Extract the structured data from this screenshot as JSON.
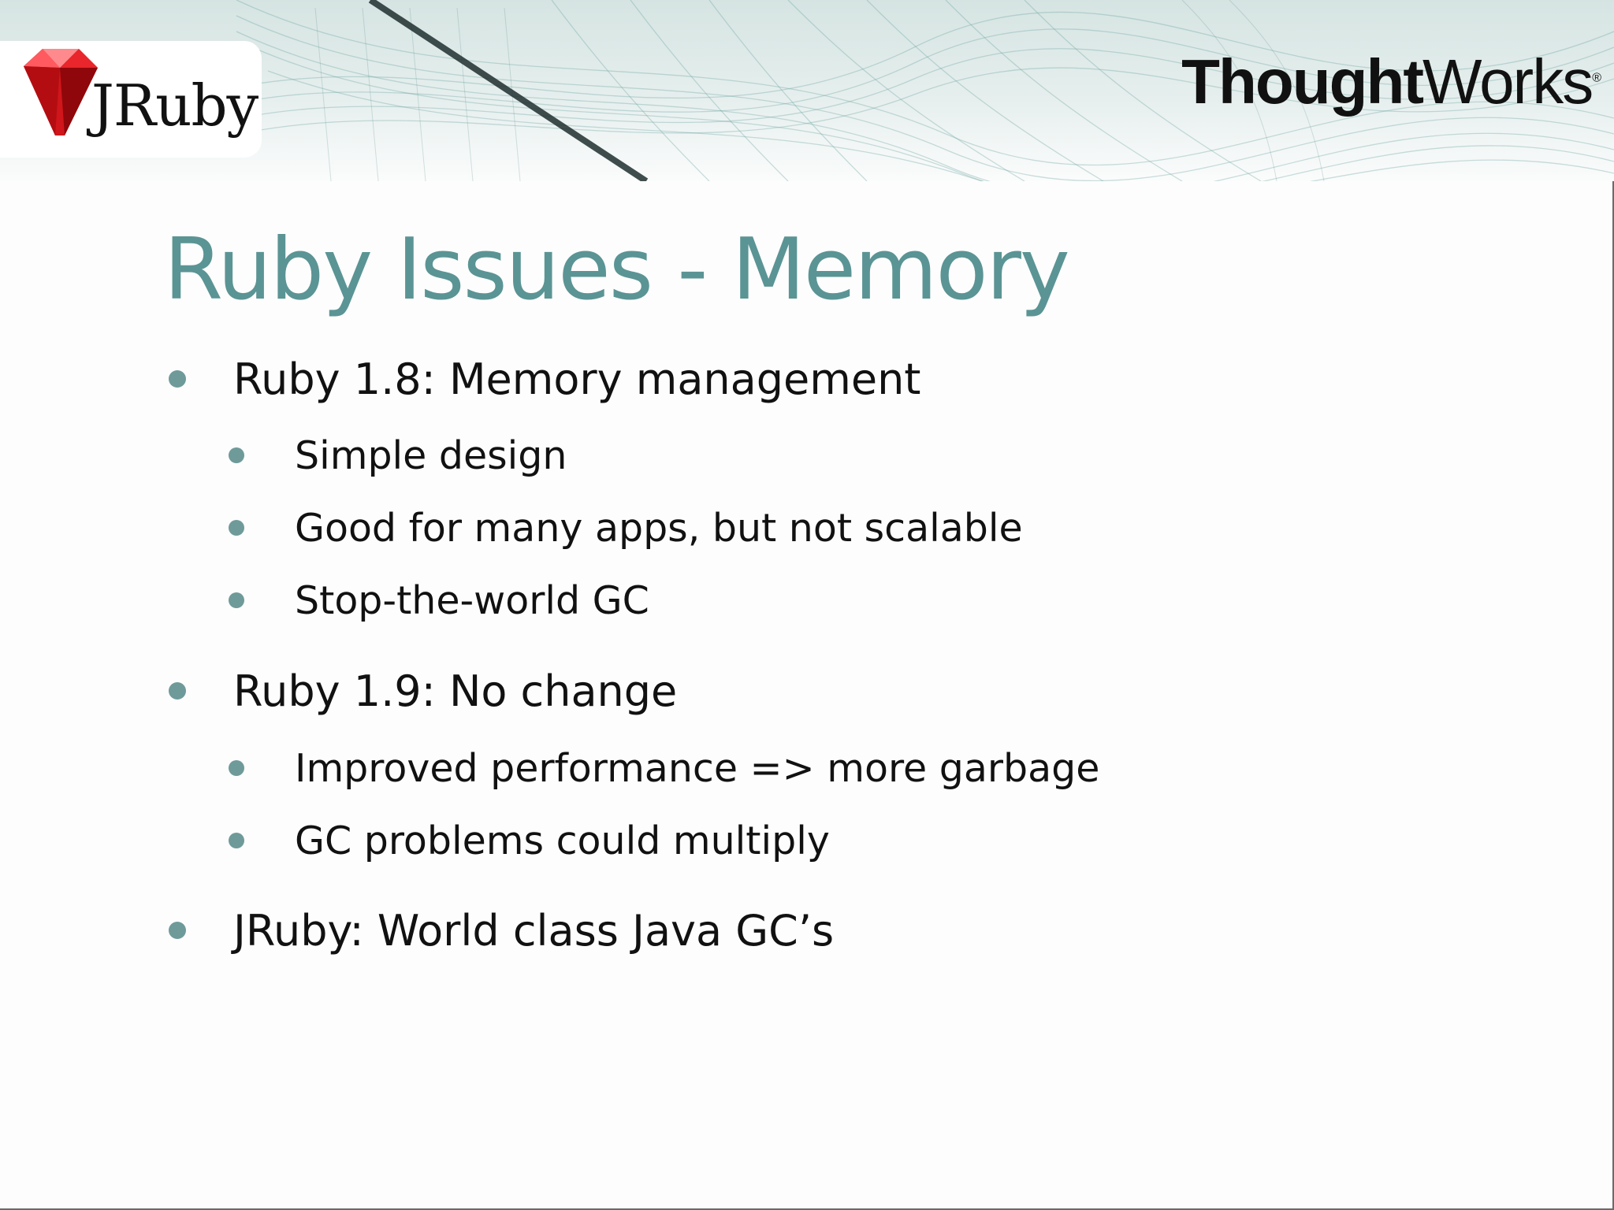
{
  "header": {
    "left_logo_text": "JRuby",
    "right_logo": {
      "bold_part": "Thought",
      "regular_part": "Works",
      "mark": "®"
    }
  },
  "slide": {
    "title": "Ruby Issues - Memory",
    "bullets": [
      {
        "text": "Ruby 1.8: Memory management",
        "sub": [
          "Simple design",
          "Good for many apps, but not scalable",
          "Stop-the-world GC"
        ]
      },
      {
        "text": "Ruby 1.9: No change",
        "sub": [
          "Improved performance => more garbage",
          "GC problems could multiply"
        ]
      },
      {
        "text": "JRuby: World class Java GC’s",
        "sub": []
      }
    ]
  },
  "colors": {
    "title": "#5b9494",
    "bullet_dot": "#6f9a9a",
    "body_text": "#111111",
    "ruby_red": "#d0161b"
  },
  "icons": {
    "left_logo_graphic": "ruby-gem-icon",
    "banner_background": "wave-mesh-pattern"
  }
}
